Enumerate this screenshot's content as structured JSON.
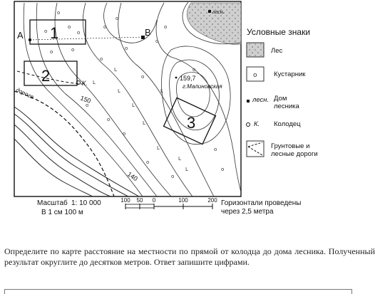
{
  "map": {
    "points": {
      "A": "A",
      "B": "B",
      "square_1": "1",
      "square_2": "2",
      "square_3": "3"
    },
    "elevation_label": "159,7",
    "hill_name": "г.Малиновская",
    "contour_labels": [
      "150",
      "140"
    ],
    "well_label": "К.",
    "forester_house_label": "лесн.",
    "road_label": "дорога"
  },
  "legend": {
    "title": "Условные знаки",
    "items": [
      {
        "icon": "forest-icon",
        "label": "Лес"
      },
      {
        "icon": "shrub-icon",
        "label": "Кустарник"
      },
      {
        "icon": "forester-house-icon",
        "symbol": "лесн.",
        "label": "Дом лесника"
      },
      {
        "icon": "well-icon",
        "symbol": "К.",
        "label": "Колодец"
      },
      {
        "icon": "road-icon",
        "label": "Грунтовые и лесные дороги"
      }
    ]
  },
  "scale": {
    "label": "Масштаб",
    "ratio": "1: 10 000",
    "per_cm": "В 1 см 100 м",
    "ticks": [
      "100",
      "50",
      "0",
      "100",
      "200"
    ],
    "contour_note": "Горизонтали проведены через 2,5 метра"
  },
  "task": {
    "text": "Определите по карте расстояние на местности по прямой от колодца до дома лесника. Полученный результат округлите до десятков метров. Ответ запишите цифрами."
  }
}
